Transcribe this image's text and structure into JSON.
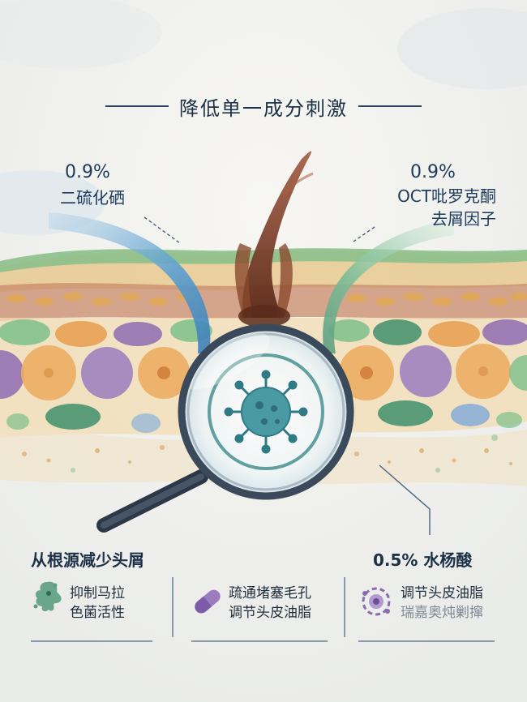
{
  "title": "降低单一成分刺激",
  "left_ingredient": {
    "percent": "0.9%",
    "name": "二硫化硒"
  },
  "right_ingredient": {
    "percent": "0.9%",
    "name_line1": "OCT吡罗克酮",
    "name_line2": "去屑因子"
  },
  "bottom_left_heading": "从根源减少头屑",
  "bottom_right_heading": "0.5% 水杨酸",
  "features": [
    {
      "icon": "microbe-icon",
      "line1": "抑制马拉",
      "line2": "色菌活性"
    },
    {
      "icon": "capsule-icon",
      "line1": "疏通堵塞毛孔",
      "line2": "调节头皮油脂"
    },
    {
      "icon": "cell-cluster-icon",
      "line1": "调节头皮油脂",
      "line2": "瑞嘉奥炖剿撺"
    }
  ],
  "colors": {
    "text": "#1c3046",
    "green": "#5c9e7f",
    "blue": "#4a8ec2",
    "purple": "#8a6bb0"
  }
}
